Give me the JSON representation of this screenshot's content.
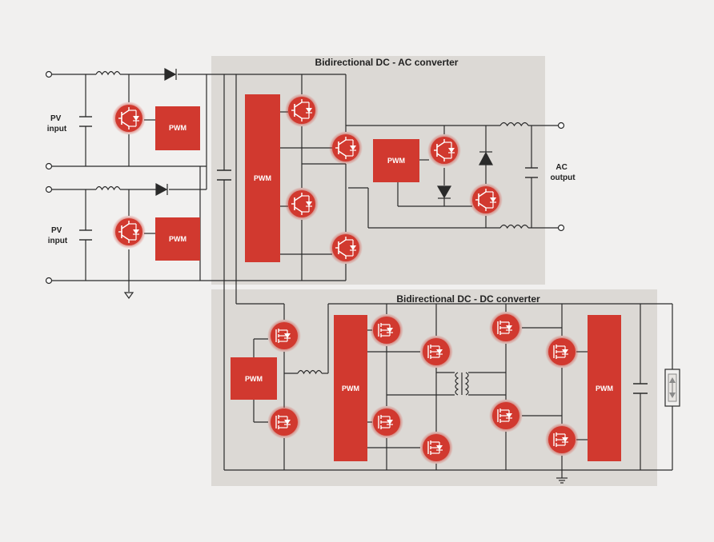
{
  "blocks": {
    "dc_ac_title": "Bidirectional DC - AC converter",
    "dc_dc_title": "Bidirectional DC - DC converter"
  },
  "labels": {
    "pv_top_line1": "PV",
    "pv_top_line2": "input",
    "pv_bottom_line1": "PV",
    "pv_bottom_line2": "input",
    "ac_line1": "AC",
    "ac_line2": "output",
    "pwm": "PWM"
  },
  "colors": {
    "background": "#f1f0ef",
    "block_panel": "#dcd9d5",
    "component_red": "#d1392f",
    "wire": "#2a2a2a"
  }
}
